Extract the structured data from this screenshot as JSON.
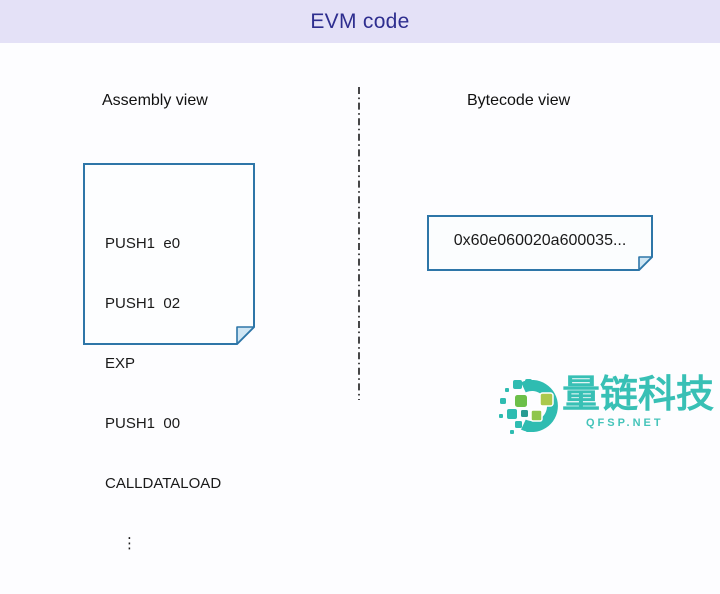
{
  "header": {
    "title": "EVM code"
  },
  "panels": {
    "assembly": {
      "heading": "Assembly view",
      "code_lines": [
        "PUSH1  e0",
        "PUSH1  02",
        "EXP",
        "PUSH1  00",
        "CALLDATALOAD",
        "⋮"
      ]
    },
    "bytecode": {
      "heading": "Bytecode view",
      "value": "0x60e060020a600035..."
    }
  },
  "watermark": {
    "brand": "量链科技",
    "domain": "QFSP.NET"
  },
  "icons": {
    "divider": "dash-dot-vertical-line",
    "note": "sticky-note-folded-corner",
    "logo": "pixel-squares-crescent-logo"
  },
  "colors": {
    "titlebar_bg": "#e4e1f7",
    "title_text": "#2e2e8f",
    "page_bg": "#fdfdff",
    "note_border": "#2e76a8",
    "note_fill": "#fdfeff",
    "note_fold_fill": "#cfe6f4",
    "divider": "#1a1a1a",
    "brand_teal": "#38c0b5",
    "logo_green": "#6cbf49",
    "logo_yellow_green": "#aac84d"
  }
}
